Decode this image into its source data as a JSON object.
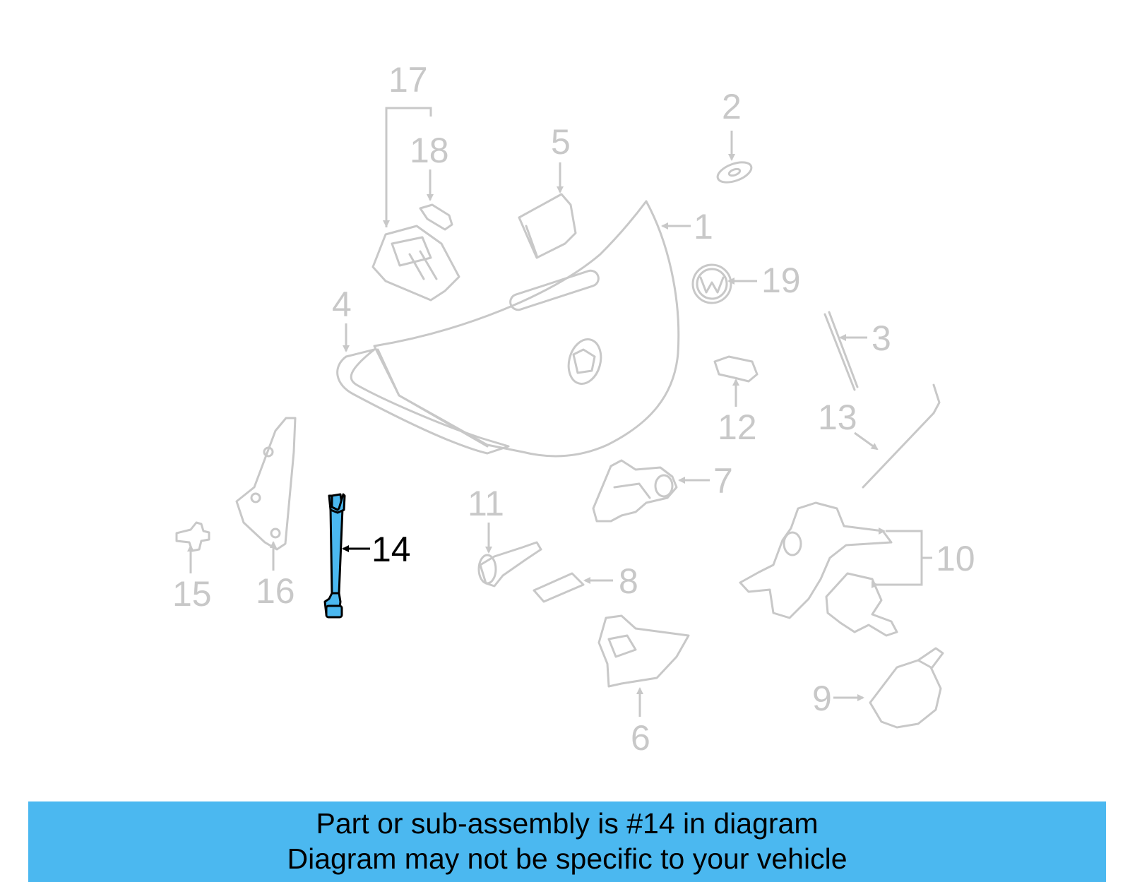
{
  "highlight_color": "#4bb8f0",
  "part_color": "#c8c8c8",
  "highlighted_part": "14",
  "callouts": {
    "c1": "1",
    "c2": "2",
    "c3": "3",
    "c4": "4",
    "c5": "5",
    "c6": "6",
    "c7": "7",
    "c8": "8",
    "c9": "9",
    "c10": "10",
    "c11": "11",
    "c12": "12",
    "c13": "13",
    "c14": "14",
    "c15": "15",
    "c16": "16",
    "c17": "17",
    "c18": "18",
    "c19": "19"
  },
  "banner": {
    "line1": "Part or sub-assembly is #14 in diagram",
    "line2": "Diagram may not be specific to your vehicle"
  }
}
